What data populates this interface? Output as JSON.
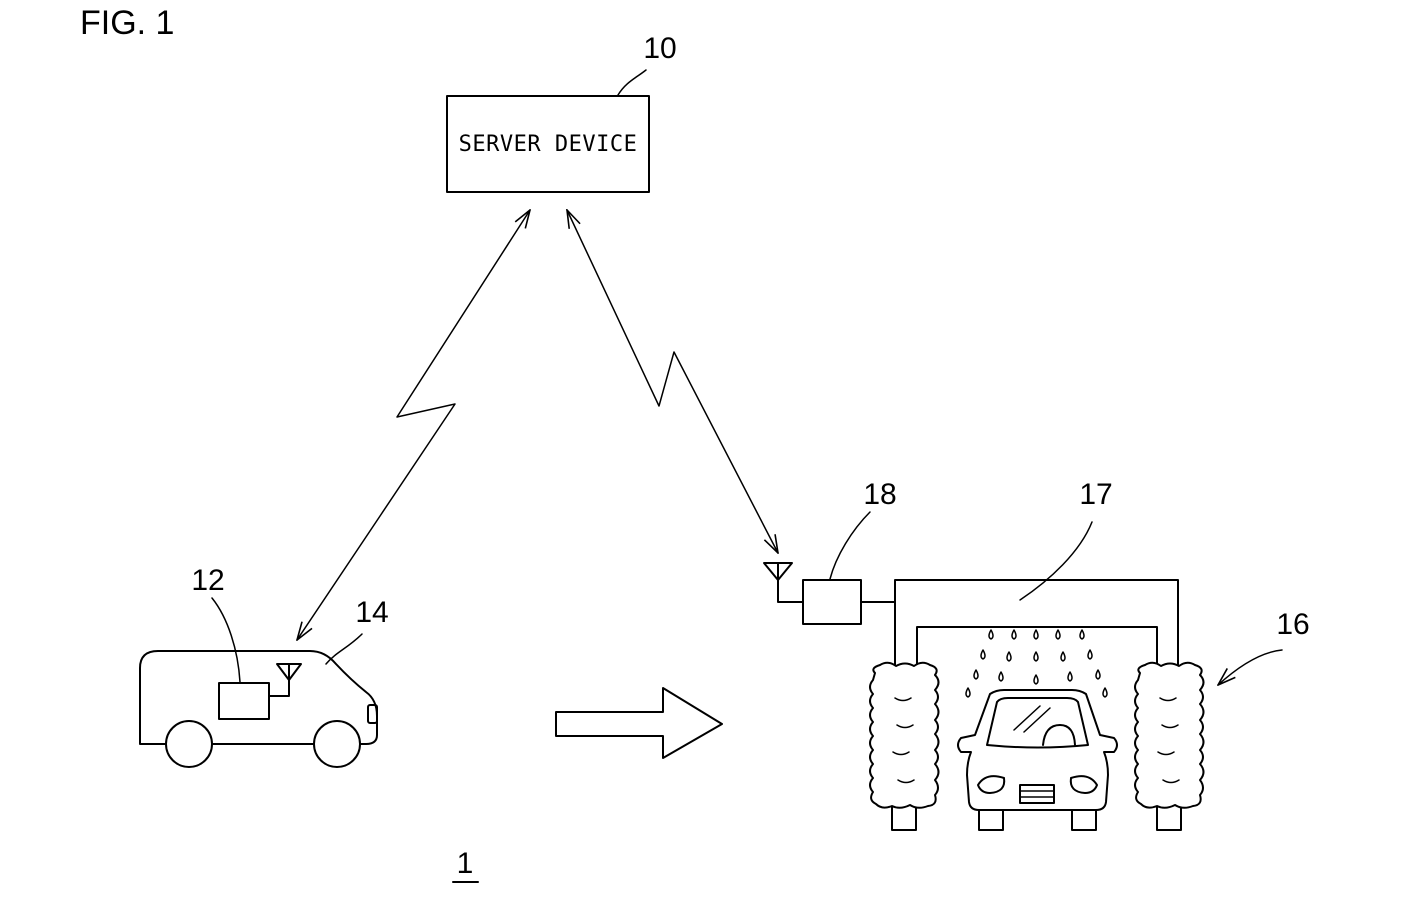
{
  "figure_label": "FIG. 1",
  "system_ref": "1",
  "server": {
    "label": "SERVER DEVICE",
    "ref": "10"
  },
  "refs": {
    "vehicle_unit": "12",
    "vehicle": "14",
    "car_wash": "16",
    "gantry": "17",
    "wash_controller": "18"
  }
}
